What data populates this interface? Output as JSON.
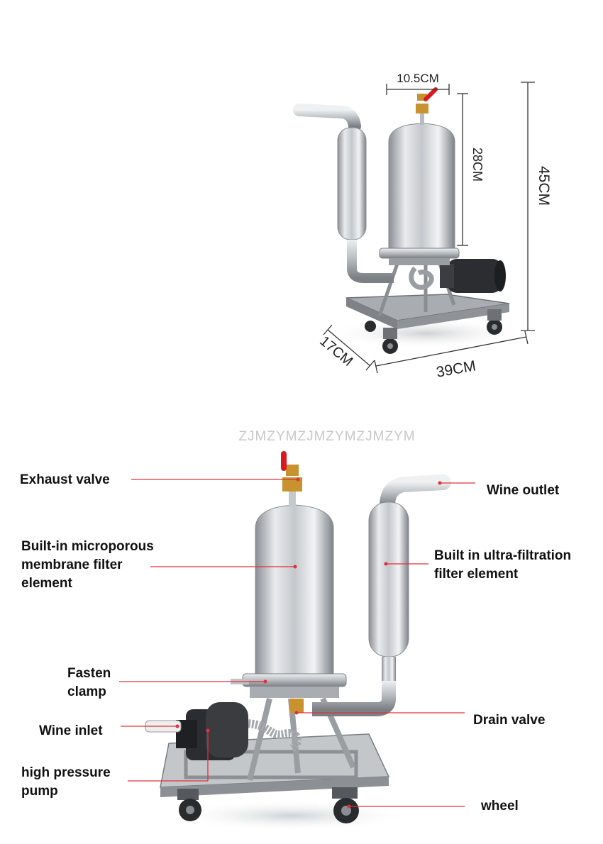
{
  "dimensions": {
    "outlet_diameter": "10.5CM",
    "filter_height": "28CM",
    "total_height": "45CM",
    "depth": "17CM",
    "width": "39CM"
  },
  "watermark": "ZJMZYMZJMZYMZJMZYM",
  "labels": {
    "exhaust_valve": "Exhaust valve",
    "wine_outlet": "Wine outlet",
    "membrane_line1": "Built-in microporous",
    "membrane_line2": "membrane filter",
    "membrane_line3": "element",
    "ultra_line1": "Built in ultra-filtration",
    "ultra_line2": "filter element",
    "fasten_line1": "Fasten",
    "fasten_line2": "clamp",
    "drain_valve": "Drain valve",
    "wine_inlet": "Wine inlet",
    "pump_line1": "high pressure",
    "pump_line2": "pump",
    "wheel": "wheel"
  },
  "colors": {
    "leader_line": "#e0303a",
    "steel_light": "#e6e8ea",
    "steel_dark": "#7d8186",
    "valve_handle": "#d9181f",
    "brass": "#c8932e",
    "pump_body": "#2b2d30"
  }
}
